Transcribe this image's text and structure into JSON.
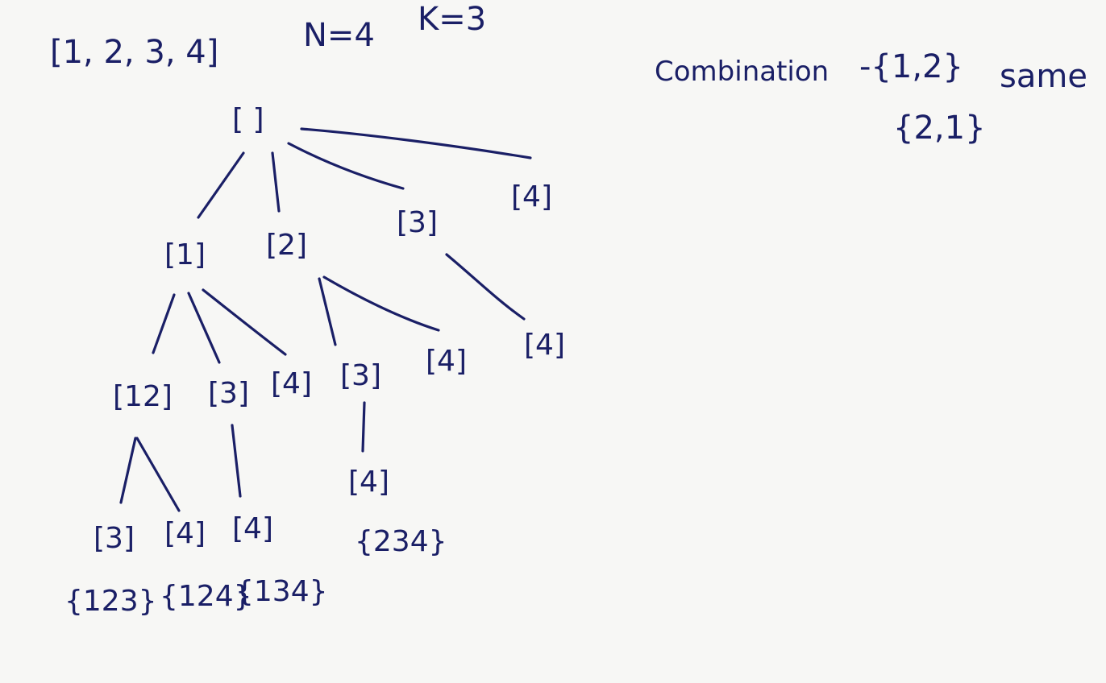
{
  "header": {
    "array": "[1, 2, 3, 4]",
    "n": "N=4",
    "k": "K=3"
  },
  "note": {
    "word": "Combination",
    "dash_set": "-{1,2}",
    "same": "same",
    "set2": "{2,1}"
  },
  "tree": {
    "root": "[ ]",
    "level1": [
      "[1]",
      "[2]",
      "[3]",
      "[4]"
    ],
    "level2": [
      "[12]",
      "[3]",
      "[4]",
      "[3]",
      "[4]",
      "[4]"
    ],
    "level3": [
      "[3]",
      "[4]",
      "[4]",
      "[4]"
    ],
    "results": [
      "{123}",
      "{124}",
      "{134}",
      "{234}"
    ]
  },
  "colors": {
    "ink": "#1a1f66",
    "paper": "#f7f7f5"
  }
}
